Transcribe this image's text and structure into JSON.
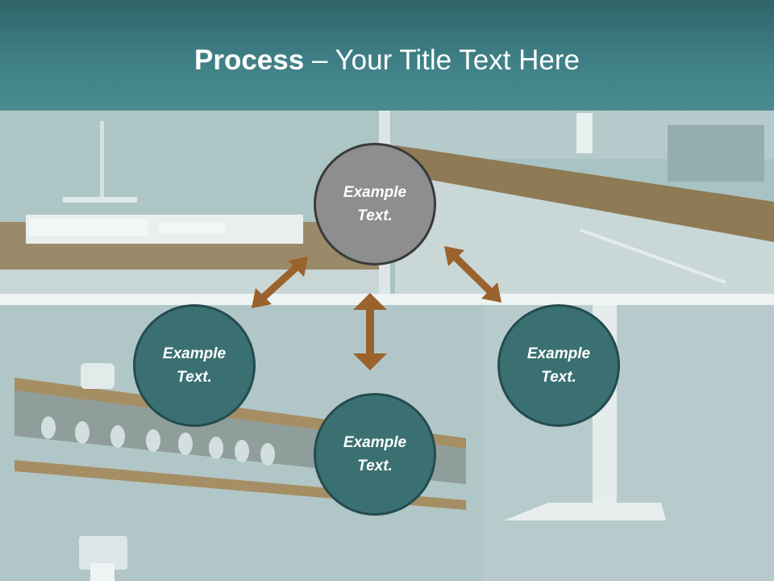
{
  "slide": {
    "title_bold": "Process",
    "title_rest": " – Your Title Text Here",
    "nodes": [
      {
        "id": "top",
        "text": "Example Text."
      },
      {
        "id": "left",
        "text": "Example Text."
      },
      {
        "id": "bottom",
        "text": "Example Text."
      },
      {
        "id": "right",
        "text": "Example Text."
      }
    ],
    "colors": {
      "header": "#3f8086",
      "node_fill": "#3b7072",
      "node_top_fill": "#8e8e8e",
      "arrow": "#9a622c"
    }
  }
}
